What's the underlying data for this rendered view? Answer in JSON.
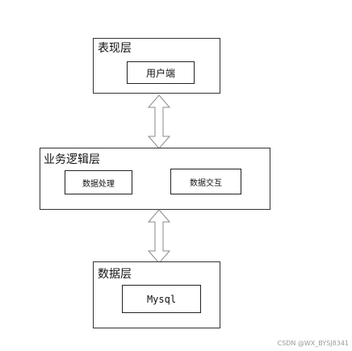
{
  "layers": {
    "presentation": {
      "title": "表现层",
      "box": "用户端"
    },
    "business": {
      "title": "业务逻辑层",
      "box_left": "数据处理",
      "box_right": "数据交互"
    },
    "data": {
      "title": "数据层",
      "box": "Mysql"
    }
  },
  "watermark": "CSDN @WX_BYSJ8341"
}
